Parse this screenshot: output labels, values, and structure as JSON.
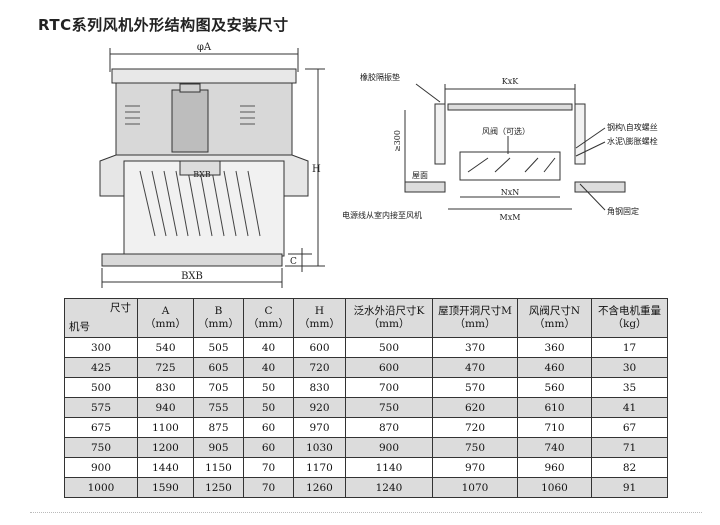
{
  "title": "RTC系列风机外形结构图及安装尺寸",
  "drawing_left": {
    "dim_top": "φA",
    "dim_right": "H",
    "dim_c": "C",
    "dim_bottom": "BXB",
    "dim_fan": "BXB"
  },
  "drawing_right": {
    "label_rubber": "橡胶隔振垫",
    "label_kxk": "KxK",
    "label_damper": "风阀（可选）",
    "label_300": "≥300",
    "label_roof": "屋面",
    "label_nxn": "NxN",
    "label_mxm": "MxM",
    "label_bolt1": "钢构\\自攻螺丝",
    "label_bolt2": "水泥\\膨胀螺栓",
    "label_cable": "电源线从室内接至风机",
    "label_angle": "角钢固定"
  },
  "table": {
    "corner_top": "尺寸",
    "corner_bottom": "机号",
    "headers": [
      [
        "A",
        "（mm）"
      ],
      [
        "B",
        "（mm）"
      ],
      [
        "C",
        "（mm）"
      ],
      [
        "H",
        "（mm）"
      ],
      [
        "泛水外沿尺寸K",
        "（mm）"
      ],
      [
        "屋顶开洞尺寸M",
        "（mm）"
      ],
      [
        "风阀尺寸N",
        "（mm）"
      ],
      [
        "不含电机重量",
        "（kg）"
      ]
    ],
    "rows": [
      [
        "300",
        "540",
        "505",
        "40",
        "600",
        "500",
        "370",
        "360",
        "17"
      ],
      [
        "425",
        "725",
        "605",
        "40",
        "720",
        "600",
        "470",
        "460",
        "30"
      ],
      [
        "500",
        "830",
        "705",
        "50",
        "830",
        "700",
        "570",
        "560",
        "35"
      ],
      [
        "575",
        "940",
        "755",
        "50",
        "920",
        "750",
        "620",
        "610",
        "41"
      ],
      [
        "675",
        "1100",
        "875",
        "60",
        "970",
        "870",
        "720",
        "710",
        "67"
      ],
      [
        "750",
        "1200",
        "905",
        "60",
        "1030",
        "900",
        "750",
        "740",
        "71"
      ],
      [
        "900",
        "1440",
        "1150",
        "70",
        "1170",
        "1140",
        "970",
        "960",
        "82"
      ],
      [
        "1000",
        "1590",
        "1250",
        "70",
        "1260",
        "1240",
        "1070",
        "1060",
        "91"
      ]
    ]
  }
}
